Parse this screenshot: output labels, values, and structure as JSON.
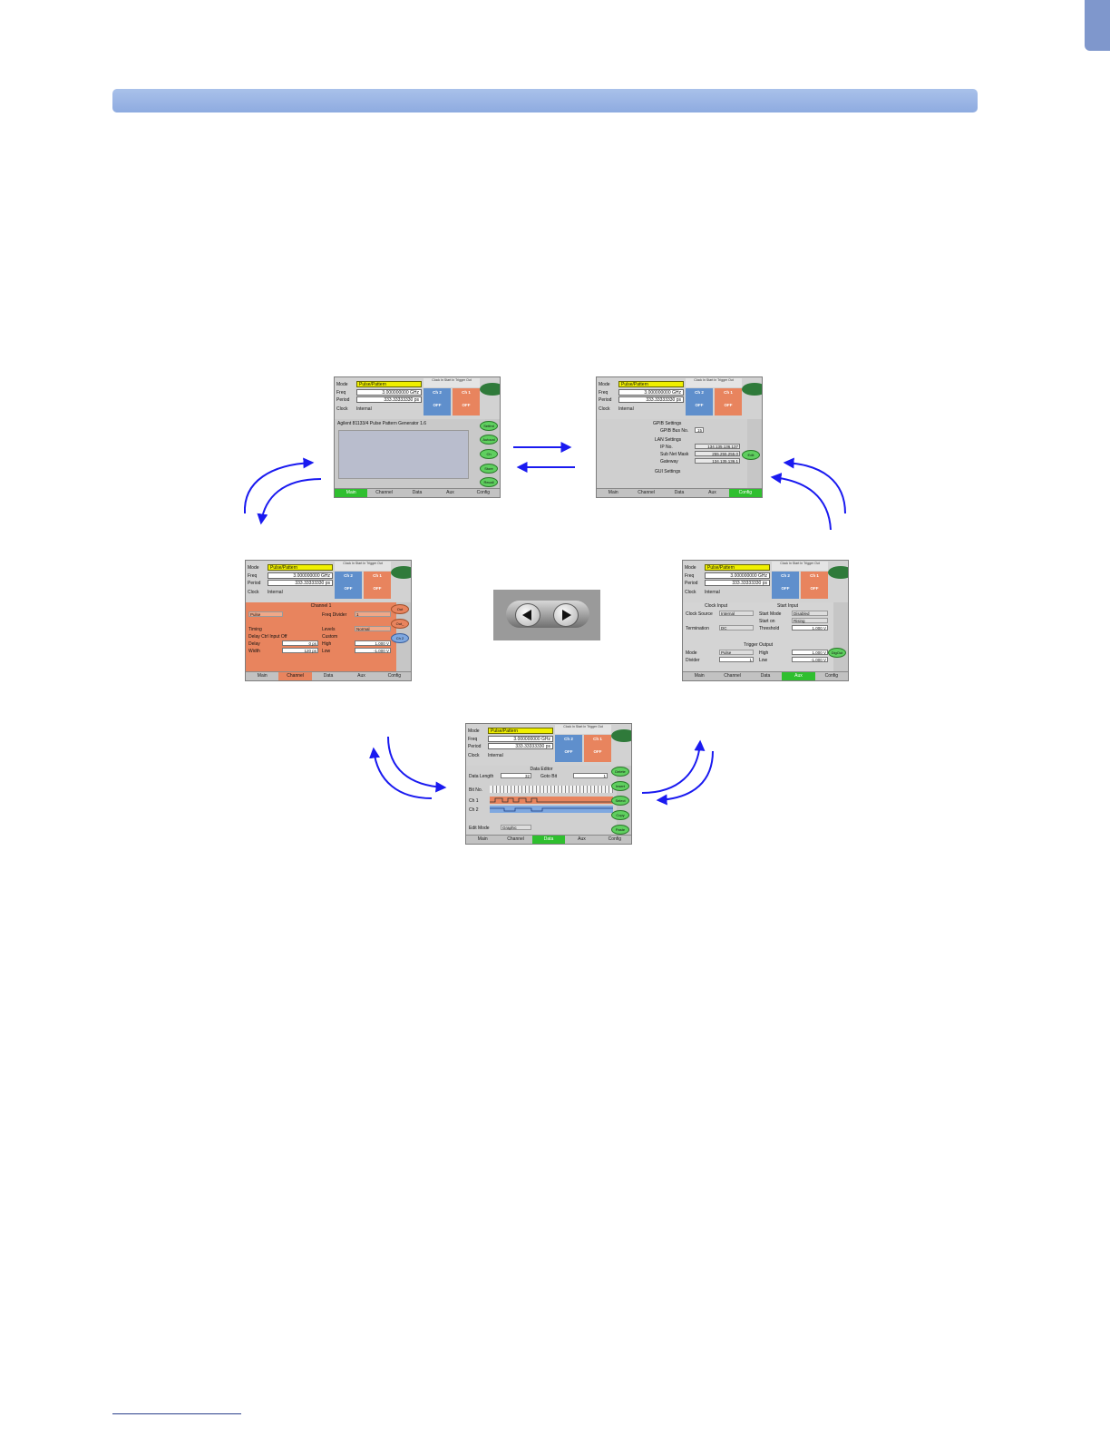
{
  "common": {
    "mode_label": "Mode",
    "mode_value": "Pulse/Pattern",
    "freq_label": "Freq",
    "freq_value": "3.000000000 GHz",
    "period_label": "Period",
    "period_value": "333.33333330 ps",
    "clock_label": "Clock",
    "clock_value": "Internal",
    "hdr_clock_in": "Clock In",
    "hdr_start_in": "Start In",
    "hdr_trigger_out": "Trigger Out",
    "ch2": "Ch 2",
    "ch1": "Ch 1",
    "off": "OFF"
  },
  "tabs": [
    "Main",
    "Channel",
    "Data",
    "Aux",
    "Config"
  ],
  "main_screen": {
    "title": "Agilent 81133/4 Pulse Pattern Generator 1.6",
    "buttons": [
      "Setfmt",
      "Autocal",
      "Ch",
      "Store",
      "Recall"
    ]
  },
  "config_screen": {
    "gpib_title": "GPIB Settings",
    "gpib_bus_label": "GPIB Bus No.",
    "gpib_bus_value": "15",
    "lan_title": "LAN Settings",
    "ip_label": "IP No.",
    "ip_value": "134.135.136.137",
    "mask_label": "Sub Net Mask",
    "mask_value": "255.255.255.0",
    "gateway_label": "Gateway",
    "gateway_value": "134.135.136.1",
    "gui_title": "GUI Settings",
    "edit_button": "Edit"
  },
  "channel_screen": {
    "title": "Channel 1",
    "pulse_sel": "Pulse",
    "freq_divider_label": "Freq Divider",
    "freq_divider_value": "1",
    "timing_label": "Timing",
    "delay_ctrl": "Delay Ctrl Input Off",
    "delay_label": "Delay",
    "delay_value": "0 ps",
    "width_label": "Width",
    "width_value": "120 ps",
    "levels_label": "Levels",
    "levels_value": "Normal",
    "custom": "Custom",
    "high_label": "High",
    "high_value": "1.000 V",
    "low_label": "Low",
    "low_value": "-1.000 V",
    "buttons": [
      "Out",
      "Out_",
      "Ch 2"
    ]
  },
  "aux_screen": {
    "clock_input_title": "Clock Input",
    "clock_source_label": "Clock Source",
    "clock_source_value": "Internal",
    "termination_label": "Termination",
    "termination_value": "DC",
    "start_input_title": "Start Input",
    "start_mode_label": "Start Mode",
    "start_mode_value": "Disabled",
    "start_on_label": "Start on",
    "start_on_value": "Rising",
    "threshold_label": "Threshold",
    "threshold_value": "1.000 V",
    "trigger_output_title": "Trigger Output",
    "mode_label": "Mode",
    "mode_value": "Pulse",
    "divider_label": "Divider",
    "divider_value": "1",
    "high_label": "High",
    "high_value": "1.000 V",
    "low_label": "Low",
    "low_value": "-1.000 V",
    "button": "DigOut"
  },
  "data_screen": {
    "title": "Data Editor",
    "data_length_label": "Data Length",
    "data_length_value": "32",
    "goto_bit_label": "Goto Bit",
    "goto_bit_value": "1",
    "bit_no_label": "Bit No.",
    "ch1_label": "Ch 1",
    "ch2_label": "Ch 2",
    "edit_mode_label": "Edit Mode",
    "edit_mode_value": "Graphic",
    "buttons": [
      "Delete",
      "Insert",
      "Select",
      "Copy",
      "Paste"
    ]
  },
  "colors": {
    "header_bar": "#8eabe0",
    "arrow": "#1a1af0",
    "active_tab": "#2fbf2f",
    "channel_orange": "#e8845e",
    "channel_blue": "#5f8fcc"
  }
}
